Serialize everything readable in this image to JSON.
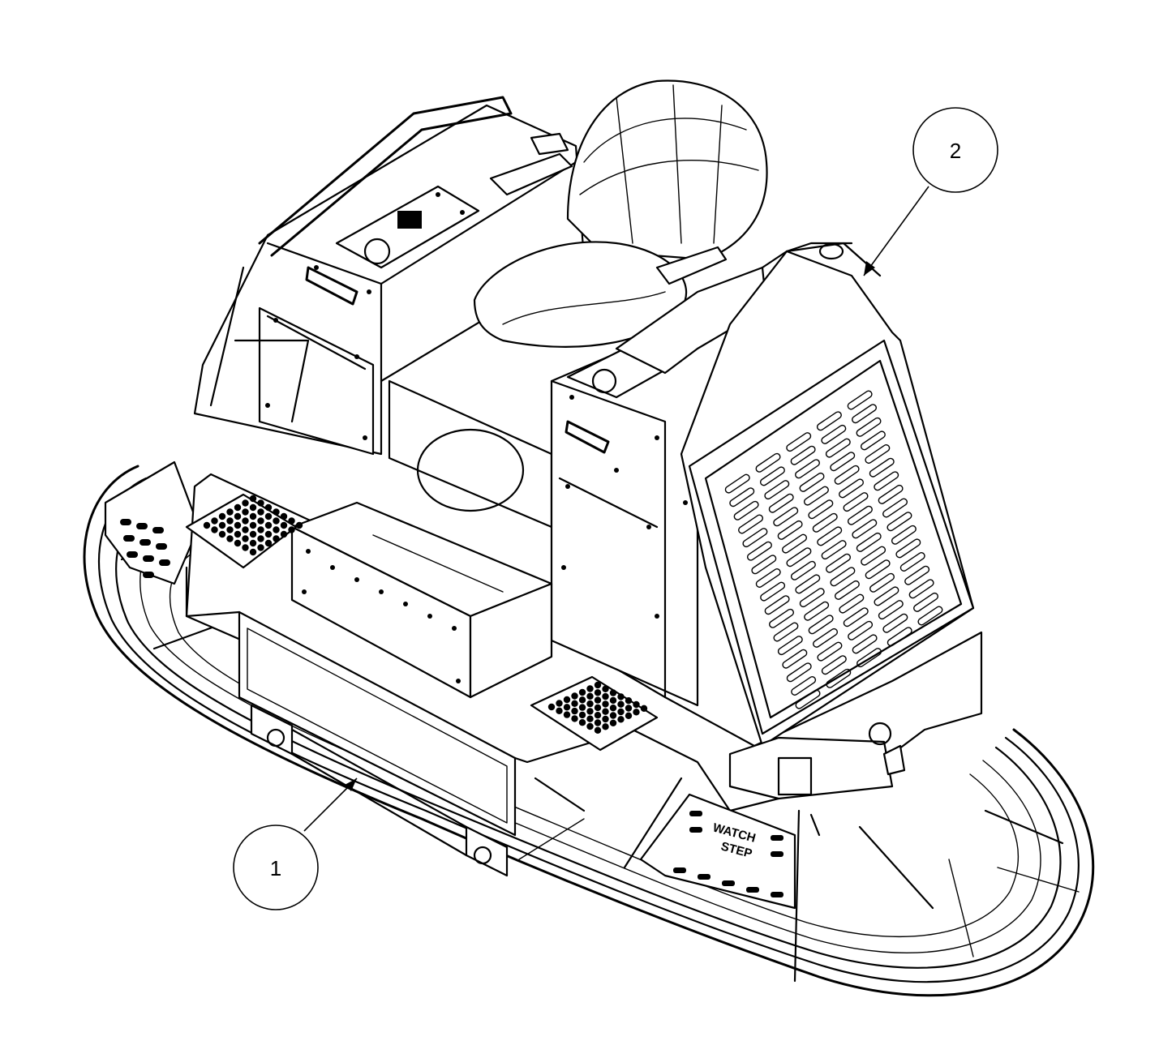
{
  "diagram": {
    "callouts": [
      {
        "number": "1",
        "target": "front-bumper-guard"
      },
      {
        "number": "2",
        "target": "engine-cover-rear"
      }
    ],
    "decal": {
      "line1": "WATCH",
      "line2": "STEP"
    },
    "colors": {
      "line": "#000000",
      "background": "#ffffff"
    }
  }
}
